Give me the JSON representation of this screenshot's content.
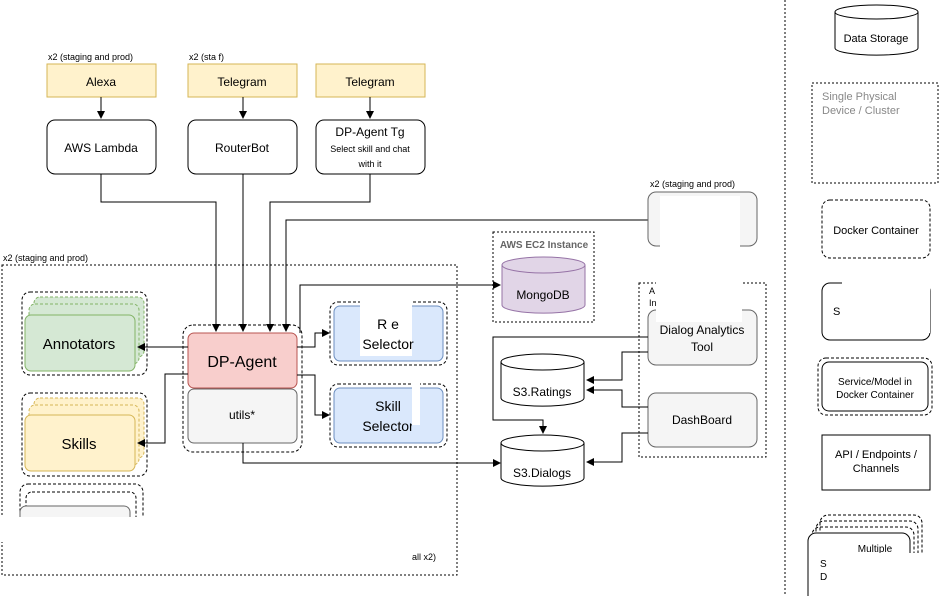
{
  "colors": {
    "yellow": "#fff2cc",
    "yellow_border": "#d6b656",
    "green": "#d5e8d4",
    "green_border": "#82b366",
    "pink": "#f8cecc",
    "pink_border": "#b85450",
    "blue": "#dae8fc",
    "blue_border": "#6c8ebf",
    "purple": "#e1d5e7",
    "purple_border": "#9673a6",
    "gray": "#f5f5f5",
    "gray_border": "#666666"
  },
  "channels": {
    "note1": "x2 (staging and prod)",
    "note2": "x2 (sta   f)",
    "alexa": "Alexa",
    "telegram1": "Telegram",
    "telegram2": "Telegram"
  },
  "services": {
    "lambda": "AWS Lambda",
    "routerbot": "RouterBot",
    "dp_agent_tg": "DP-Agent Tg",
    "dp_agent_tg_sub1": "Select skill and chat",
    "dp_agent_tg_sub2": "with it"
  },
  "cluster": {
    "note": "x2 (staging and prod)",
    "annotators": "Annotators",
    "skills": "Skills",
    "dp_agent": "DP-Agent",
    "utils": "utils*",
    "response_selector_1": "R       e",
    "response_selector_2": "Selector",
    "skill_selector_1": "Skill",
    "skill_selector_2": "Selector",
    "footer": "all x2)"
  },
  "storage": {
    "ec2": "AWS EC2 Instance",
    "mongodb": "MongoDB",
    "s3_ratings": "S3.Ratings",
    "s3_dialogs": "S3.Dialogs",
    "top_note": "x2 (staging and prod)",
    "aws_label": "A",
    "aws_label2": "In",
    "analytics_tool": "Dialog Analytics",
    "analytics_tool2": "Tool",
    "dashboard": "DashBoard"
  },
  "legend": {
    "data_storage": "Data Storage",
    "device_1": "Single Physical",
    "device_2": "Device / Cluster",
    "docker": "Docker Container",
    "service": "S",
    "service_docker_1": "Service/Model in",
    "service_docker_2": "Docker Container",
    "api_1": "API / Endpoints /",
    "api_2": "Channels",
    "multiple_1": "Multiple",
    "multiple_2": "S",
    "multiple_3": "D"
  }
}
